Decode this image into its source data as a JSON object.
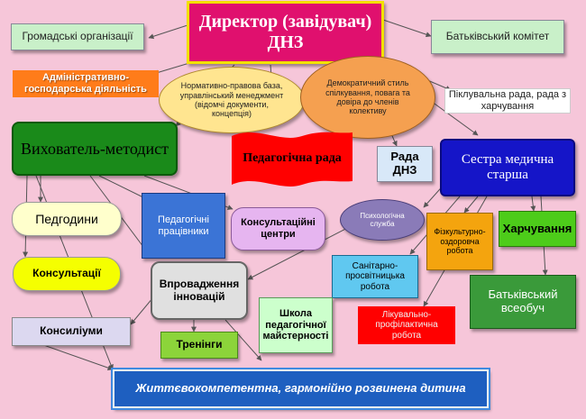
{
  "diagram": {
    "director": "Директор (завідувач) ДНЗ",
    "public_orgs": "Громадські організації",
    "parents_committee": "Батьківський комітет",
    "admin_economic": "Адміністративно-господарська діяльність",
    "regulatory": "Нормативно-правова база, управлінський менеджмент (відомчі документи, концепція)",
    "democratic": "Демократичний стиль спілкування, повага та довіра до членів колективу",
    "trustees": "Піклувальна рада, рада з харчування",
    "methodist": "Вихователь-методист",
    "ped_council": "Педагогічна рада",
    "dnz_council": "Рада ДНЗ",
    "head_nurse": "Сестра медична старша",
    "ped_hours": "Педгодини",
    "ped_workers": "Педагогічні працівники",
    "consult_centers": "Консультаційні центри",
    "psych_service": "Психологічна служба",
    "physical": "Фізкультурно-оздоровча робота",
    "nutrition": "Харчування",
    "consultations": "Консультації",
    "innovations": "Впровадження інновацій",
    "sanitary": "Санітарно-просвітницька робота",
    "parents_education": "Батьківський всеобуч",
    "school": "Школа педагогічної майстерності",
    "medical": "Лікувально-профілактична робота",
    "consiliums": "Консиліуми",
    "trainings": "Тренінги",
    "result": "Життєвокомпетентна, гармонійно розвинена дитина"
  },
  "colors": {
    "background": "#f6c6d9",
    "director_fill": "#e0106e",
    "director_text": "#ffffff",
    "director_border": "#f3e000",
    "admin_fill": "#ff7c1a",
    "methodist_fill": "#1a8a1a",
    "ped_council_fill": "#ff0000",
    "head_nurse_fill": "#1515c8",
    "ped_workers_fill": "#3b74d6",
    "consult_fill": "#e6b5f0",
    "psych_fill": "#8a7bb8",
    "physical_fill": "#f4a40e",
    "nutrition_fill": "#4dcc1a",
    "ped_hours_fill": "#ffffcc",
    "consultations_fill": "#f5ff00",
    "innovations_fill": "#e0e0e0",
    "sanitary_fill": "#60c8f0",
    "parents_edu_fill": "#3a9a3a",
    "school_fill": "#ccffcc",
    "medical_fill": "#ff0000",
    "consiliums_fill": "#dcd8f0",
    "trainings_fill": "#8cd43a",
    "result_fill": "#1e5fc0",
    "regulatory_fill": "#ffe590",
    "democratic_fill": "#f5a050",
    "trustees_fill": "#ffffff",
    "dnz_council_fill": "#d8e8f8",
    "connector": "#555555"
  }
}
